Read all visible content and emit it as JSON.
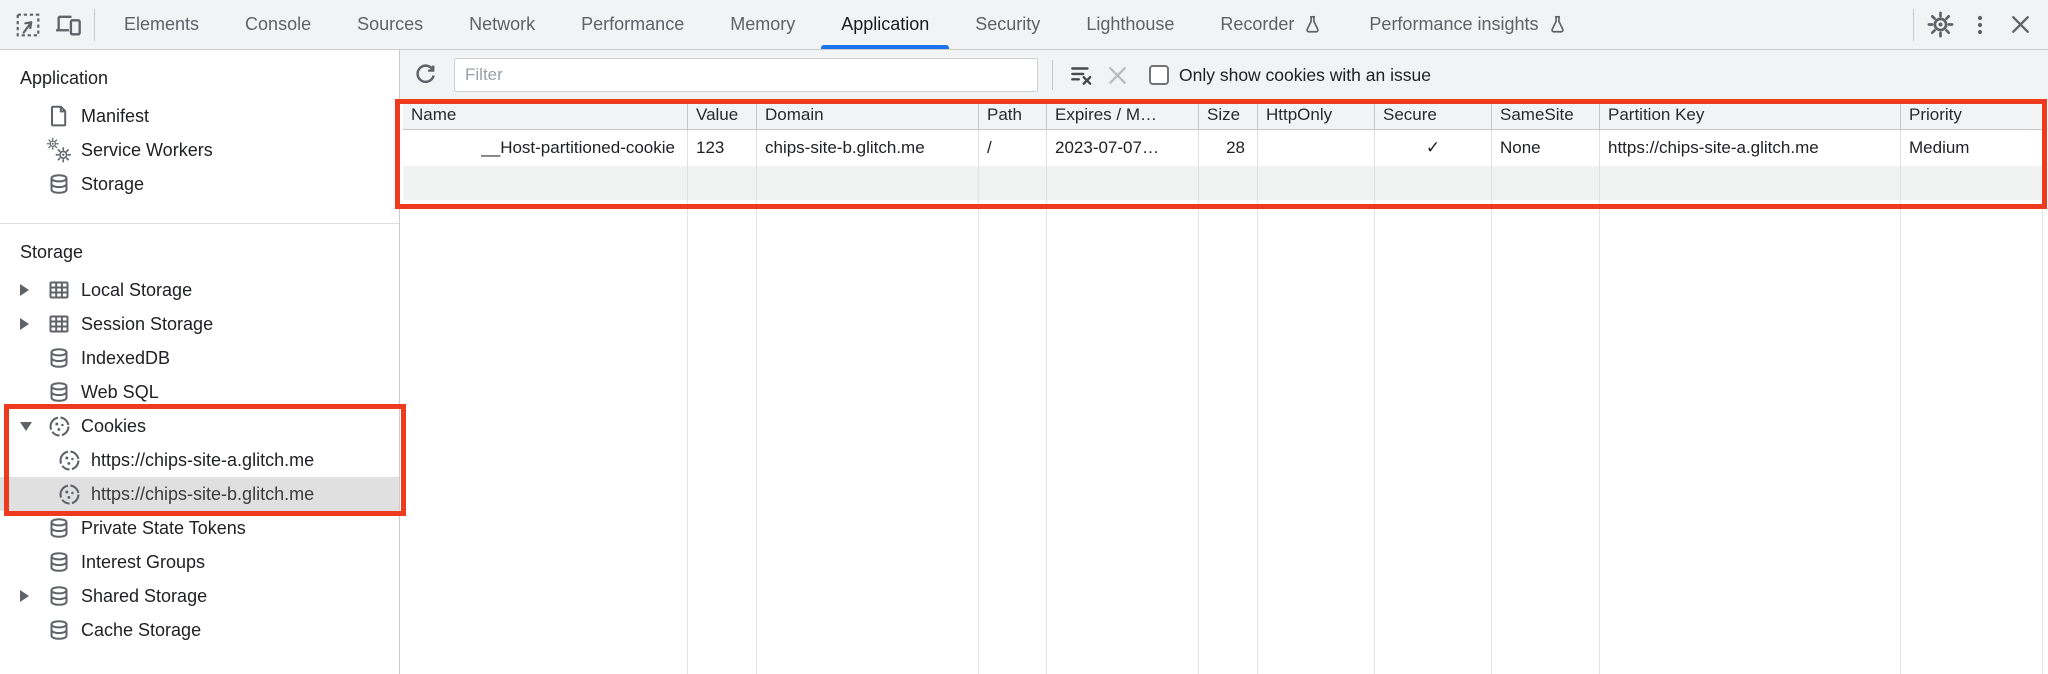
{
  "colors": {
    "accent_blue": "#1a73e8",
    "annotation_red": "#ee3b20",
    "selected_item_bg": "#e0e0e0",
    "toolbar_bg": "#f1f3f4"
  },
  "tabbar": {
    "tabs": [
      {
        "label": "Elements"
      },
      {
        "label": "Console"
      },
      {
        "label": "Sources"
      },
      {
        "label": "Network"
      },
      {
        "label": "Performance"
      },
      {
        "label": "Memory"
      },
      {
        "label": "Application"
      },
      {
        "label": "Security"
      },
      {
        "label": "Lighthouse"
      },
      {
        "label": "Recorder",
        "flask": true
      },
      {
        "label": "Performance insights",
        "flask": true
      }
    ],
    "active_tab": "Application"
  },
  "sidebar": {
    "app_section_title": "Application",
    "app_items": [
      {
        "label": "Manifest"
      },
      {
        "label": "Service Workers"
      },
      {
        "label": "Storage"
      }
    ],
    "storage_section_title": "Storage",
    "storage_items": [
      {
        "label": "Local Storage",
        "state": "collapsed"
      },
      {
        "label": "Session Storage",
        "state": "collapsed"
      },
      {
        "label": "IndexedDB"
      },
      {
        "label": "Web SQL"
      },
      {
        "label": "Cookies",
        "state": "expanded"
      },
      {
        "label": "https://chips-site-a.glitch.me",
        "child": true
      },
      {
        "label": "https://chips-site-b.glitch.me",
        "child": true,
        "selected": true
      },
      {
        "label": "Private State Tokens"
      },
      {
        "label": "Interest Groups"
      },
      {
        "label": "Shared Storage",
        "state": "collapsed"
      },
      {
        "label": "Cache Storage"
      }
    ]
  },
  "cookies_toolbar": {
    "filter_placeholder": "Filter",
    "only_issue_label": "Only show cookies with an issue",
    "checkbox_checked": false
  },
  "cookie_table": {
    "columns": [
      "Name",
      "Value",
      "Domain",
      "Path",
      "Expires / M…",
      "Size",
      "HttpOnly",
      "Secure",
      "SameSite",
      "Partition Key",
      "Priority"
    ],
    "rows": [
      {
        "name": "__Host-partitioned-cookie",
        "value": "123",
        "domain": "chips-site-b.glitch.me",
        "path": "/",
        "expires": "2023-07-07…",
        "size": "28",
        "http_only": "",
        "secure": "✓",
        "same_site": "None",
        "partition_key": "https://chips-site-a.glitch.me",
        "priority": "Medium"
      }
    ]
  }
}
